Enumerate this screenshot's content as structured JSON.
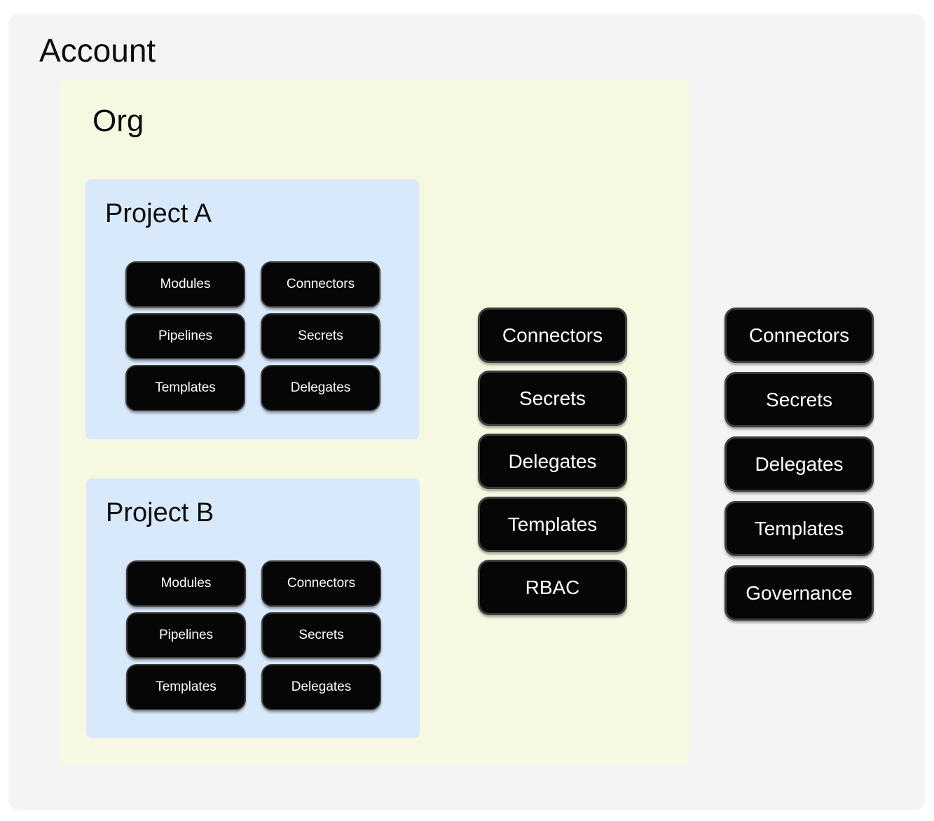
{
  "diagram": {
    "account": {
      "title": "Account",
      "resources": [
        "Connectors",
        "Secrets",
        "Delegates",
        "Templates",
        "Governance"
      ],
      "org": {
        "title": "Org",
        "resources": [
          "Connectors",
          "Secrets",
          "Delegates",
          "Templates",
          "RBAC"
        ],
        "projects": [
          {
            "title": "Project A",
            "resources": [
              "Modules",
              "Connectors",
              "Pipelines",
              "Secrets",
              "Templates",
              "Delegates"
            ]
          },
          {
            "title": "Project B",
            "resources": [
              "Modules",
              "Connectors",
              "Pipelines",
              "Secrets",
              "Templates",
              "Delegates"
            ]
          }
        ]
      }
    },
    "colors": {
      "page_bg": "#ffffff",
      "account_bg": "#f4f4f4",
      "org_bg": "#f7f8e2",
      "project_bg": "#d9e9fc",
      "pill_bg": "#060606",
      "pill_border": "#3e3e3e",
      "pill_text": "#ffffff",
      "title_text": "#0d0d0d"
    }
  }
}
